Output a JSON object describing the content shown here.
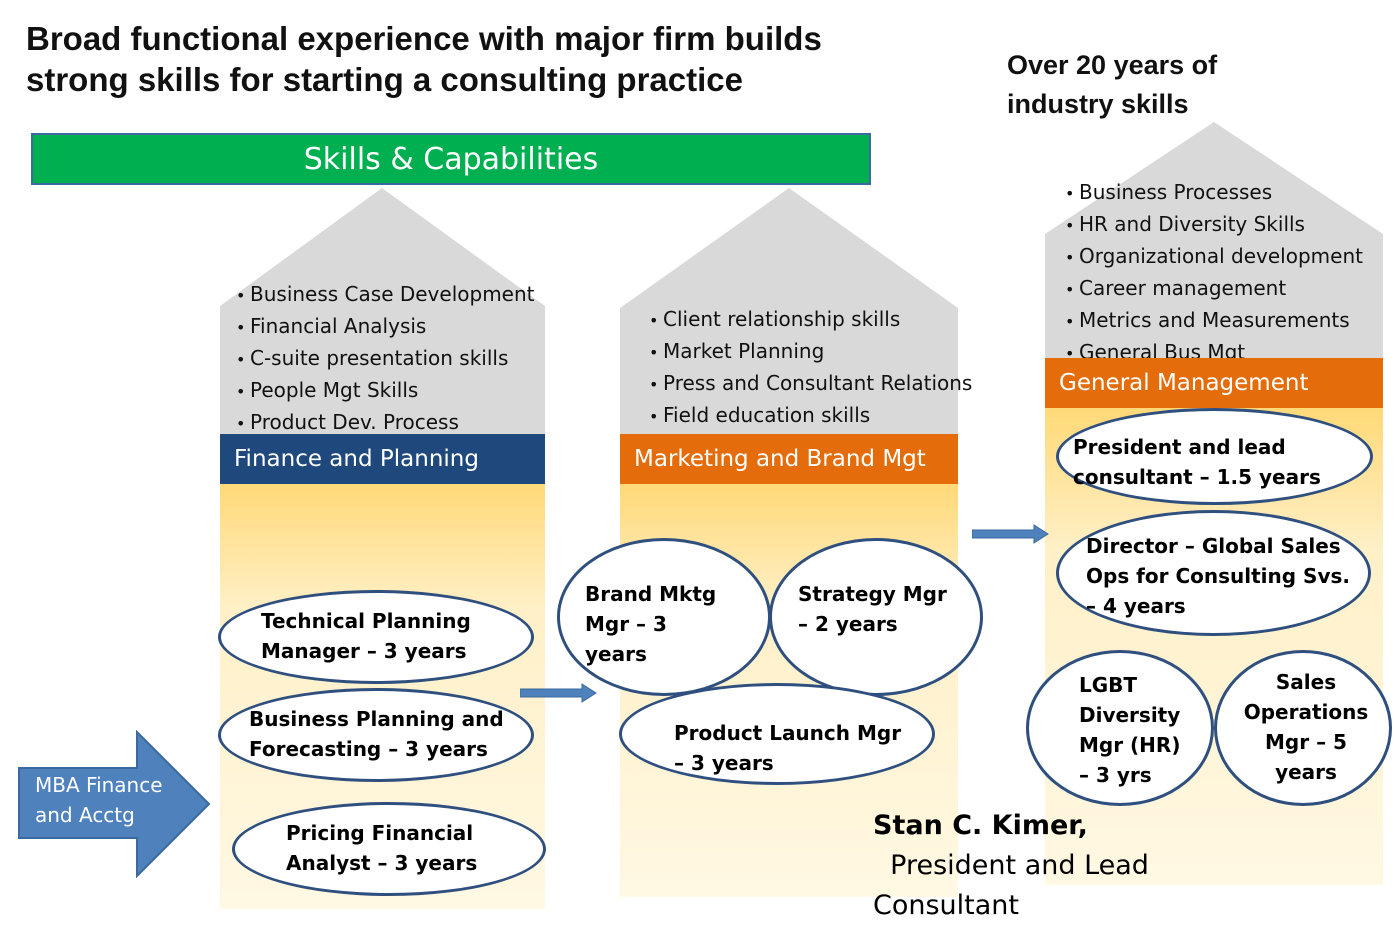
{
  "title": "Broad functional experience with major firm builds\nstrong skills for starting a consulting practice",
  "side_note": "Over 20 years of\nindustry skills",
  "banner": "Skills & Capabilities",
  "mba_arrow": "MBA Finance\nand  Acctg",
  "columns": [
    {
      "header": "Finance and Planning",
      "header_color": "#1f497d",
      "skills": [
        "Business Case Development",
        "Financial Analysis",
        "C-suite presentation skills",
        "People Mgt Skills",
        "Product Dev. Process"
      ],
      "roles": [
        "Technical  Planning\nManager – 3 years",
        "Business Planning  and\nForecasting – 3 years",
        "Pricing Financial\nAnalyst  – 3 years"
      ]
    },
    {
      "header": "Marketing and Brand Mgt",
      "header_color": "#e46c0a",
      "skills": [
        "Client relationship skills",
        "Market Planning",
        "Press and Consultant Relations",
        "Field education skills"
      ],
      "roles": [
        "Brand Mktg\nMgr – 3\nyears",
        "Strategy Mgr\n– 2 years",
        "Product Launch Mgr\n– 3 years"
      ]
    },
    {
      "header": "General  Management",
      "header_color": "#e46c0a",
      "skills": [
        "Business Processes",
        "HR and Diversity Skills",
        "Organizational development",
        "Career management",
        "Metrics and Measurements",
        "General Bus Mgt"
      ],
      "roles": [
        "President and lead\nconsultant  – 1.5 years",
        "Director – Global Sales\nOps for  Consulting  Svs.\n– 4 years",
        "LGBT\nDiversity\nMgr (HR)\n– 3 yrs",
        "Sales\nOperations\nMgr – 5\nyears"
      ]
    }
  ],
  "signature": {
    "name": "Stan C. Kimer,",
    "role_line1": "  President and Lead",
    "role_line2": "Consultant"
  },
  "colors": {
    "banner": "#00b050",
    "roof": "#d9d9d9",
    "arrow": "#4f81bd",
    "oval_border": "#2f4f7f"
  }
}
